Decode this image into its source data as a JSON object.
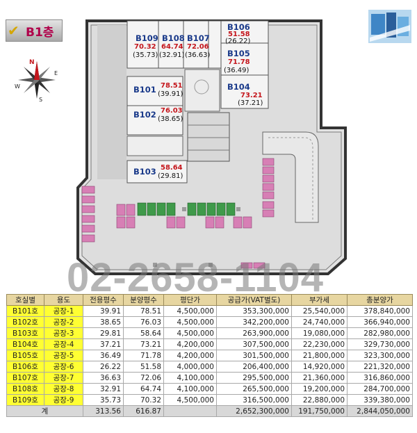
{
  "floor_label": "B1층",
  "compass": {
    "n": "N",
    "s": "S",
    "e": "E",
    "w": "W"
  },
  "units": [
    {
      "id": "B109",
      "area": "70.32",
      "sub": "(35.73)"
    },
    {
      "id": "B108",
      "area": "64.74",
      "sub": "(32.91)"
    },
    {
      "id": "B107",
      "area": "72.06",
      "sub": "(36.63)"
    },
    {
      "id": "B106",
      "area": "51.58",
      "sub": "(26.22)"
    },
    {
      "id": "B105",
      "area": "71.78",
      "sub": "(36.49)"
    },
    {
      "id": "B104",
      "area": "73.21",
      "sub": "(37.21)"
    },
    {
      "id": "B101",
      "area": "78.51",
      "sub": "(39.91)"
    },
    {
      "id": "B102",
      "area": "76.03",
      "sub": "(38.65)"
    },
    {
      "id": "B103",
      "area": "58.64",
      "sub": "(29.81)"
    }
  ],
  "phone_watermark": "02-2658-1104",
  "table": {
    "headers": [
      "호실별",
      "용도",
      "전용평수",
      "분양평수",
      "평단가",
      "공급가(VAT별도)",
      "부가세",
      "총분양가"
    ],
    "rows": [
      [
        "B101호",
        "공장-1",
        "39.91",
        "78.51",
        "4,500,000",
        "353,300,000",
        "25,540,000",
        "378,840,000"
      ],
      [
        "B102호",
        "공장-2",
        "38.65",
        "76.03",
        "4,500,000",
        "342,200,000",
        "24,740,000",
        "366,940,000"
      ],
      [
        "B103호",
        "공장-3",
        "29.81",
        "58.64",
        "4,500,000",
        "263,900,000",
        "19,080,000",
        "282,980,000"
      ],
      [
        "B104호",
        "공장-4",
        "37.21",
        "73.21",
        "4,200,000",
        "307,500,000",
        "22,230,000",
        "329,730,000"
      ],
      [
        "B105호",
        "공장-5",
        "36.49",
        "71.78",
        "4,200,000",
        "301,500,000",
        "21,800,000",
        "323,300,000"
      ],
      [
        "B106호",
        "공장-6",
        "26.22",
        "51.58",
        "4,000,000",
        "206,400,000",
        "14,920,000",
        "221,320,000"
      ],
      [
        "B107호",
        "공장-7",
        "36.63",
        "72.06",
        "4,100,000",
        "295,500,000",
        "21,360,000",
        "316,860,000"
      ],
      [
        "B108호",
        "공장-8",
        "32.91",
        "64.74",
        "4,100,000",
        "265,500,000",
        "19,200,000",
        "284,700,000"
      ],
      [
        "B109호",
        "공장-9",
        "35.73",
        "70.32",
        "4,500,000",
        "316,500,000",
        "22,880,000",
        "339,380,000"
      ]
    ],
    "total": [
      "계",
      "313.56",
      "616.87",
      "",
      "2,652,300,000",
      "191,750,000",
      "2,844,050,000"
    ]
  }
}
